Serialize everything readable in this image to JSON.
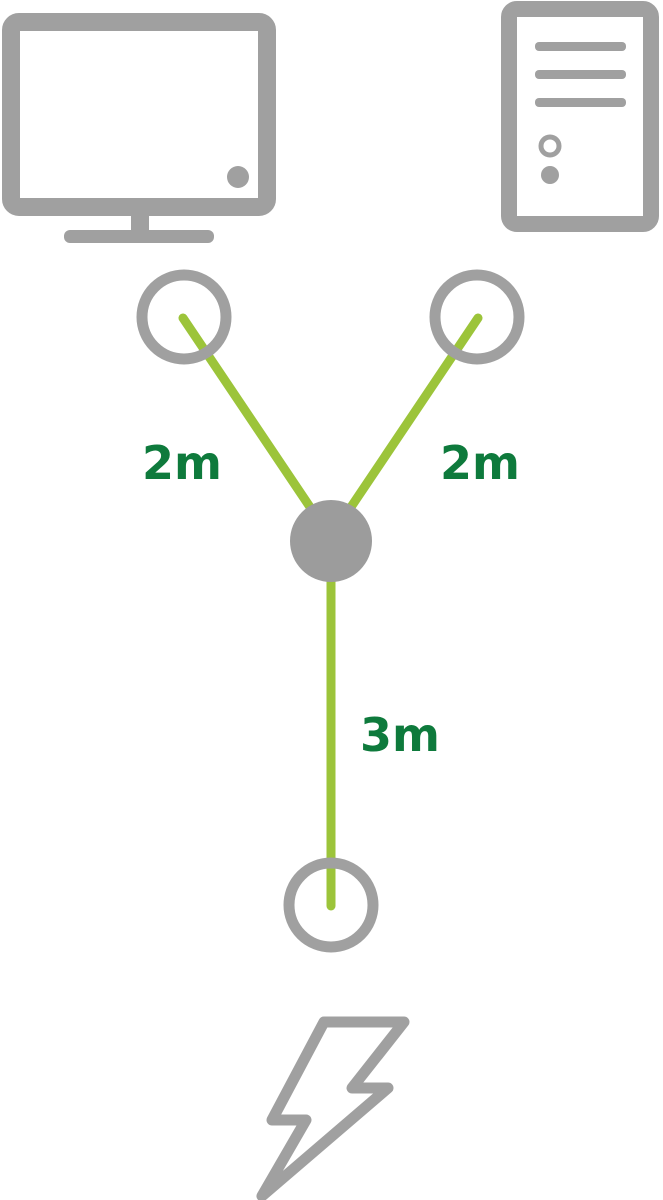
{
  "colors": {
    "icon_gray": "#a0a0a0",
    "hub_gray": "#9c9c9c",
    "cable_green": "#9cc43a",
    "label_green": "#0e7a3c"
  },
  "icons": {
    "monitor": "monitor-icon",
    "computer_tower": "computer-tower-icon",
    "power": "lightning-bolt-icon"
  },
  "labels": {
    "left_cable": "2m",
    "right_cable": "2m",
    "bottom_cable": "3m"
  }
}
